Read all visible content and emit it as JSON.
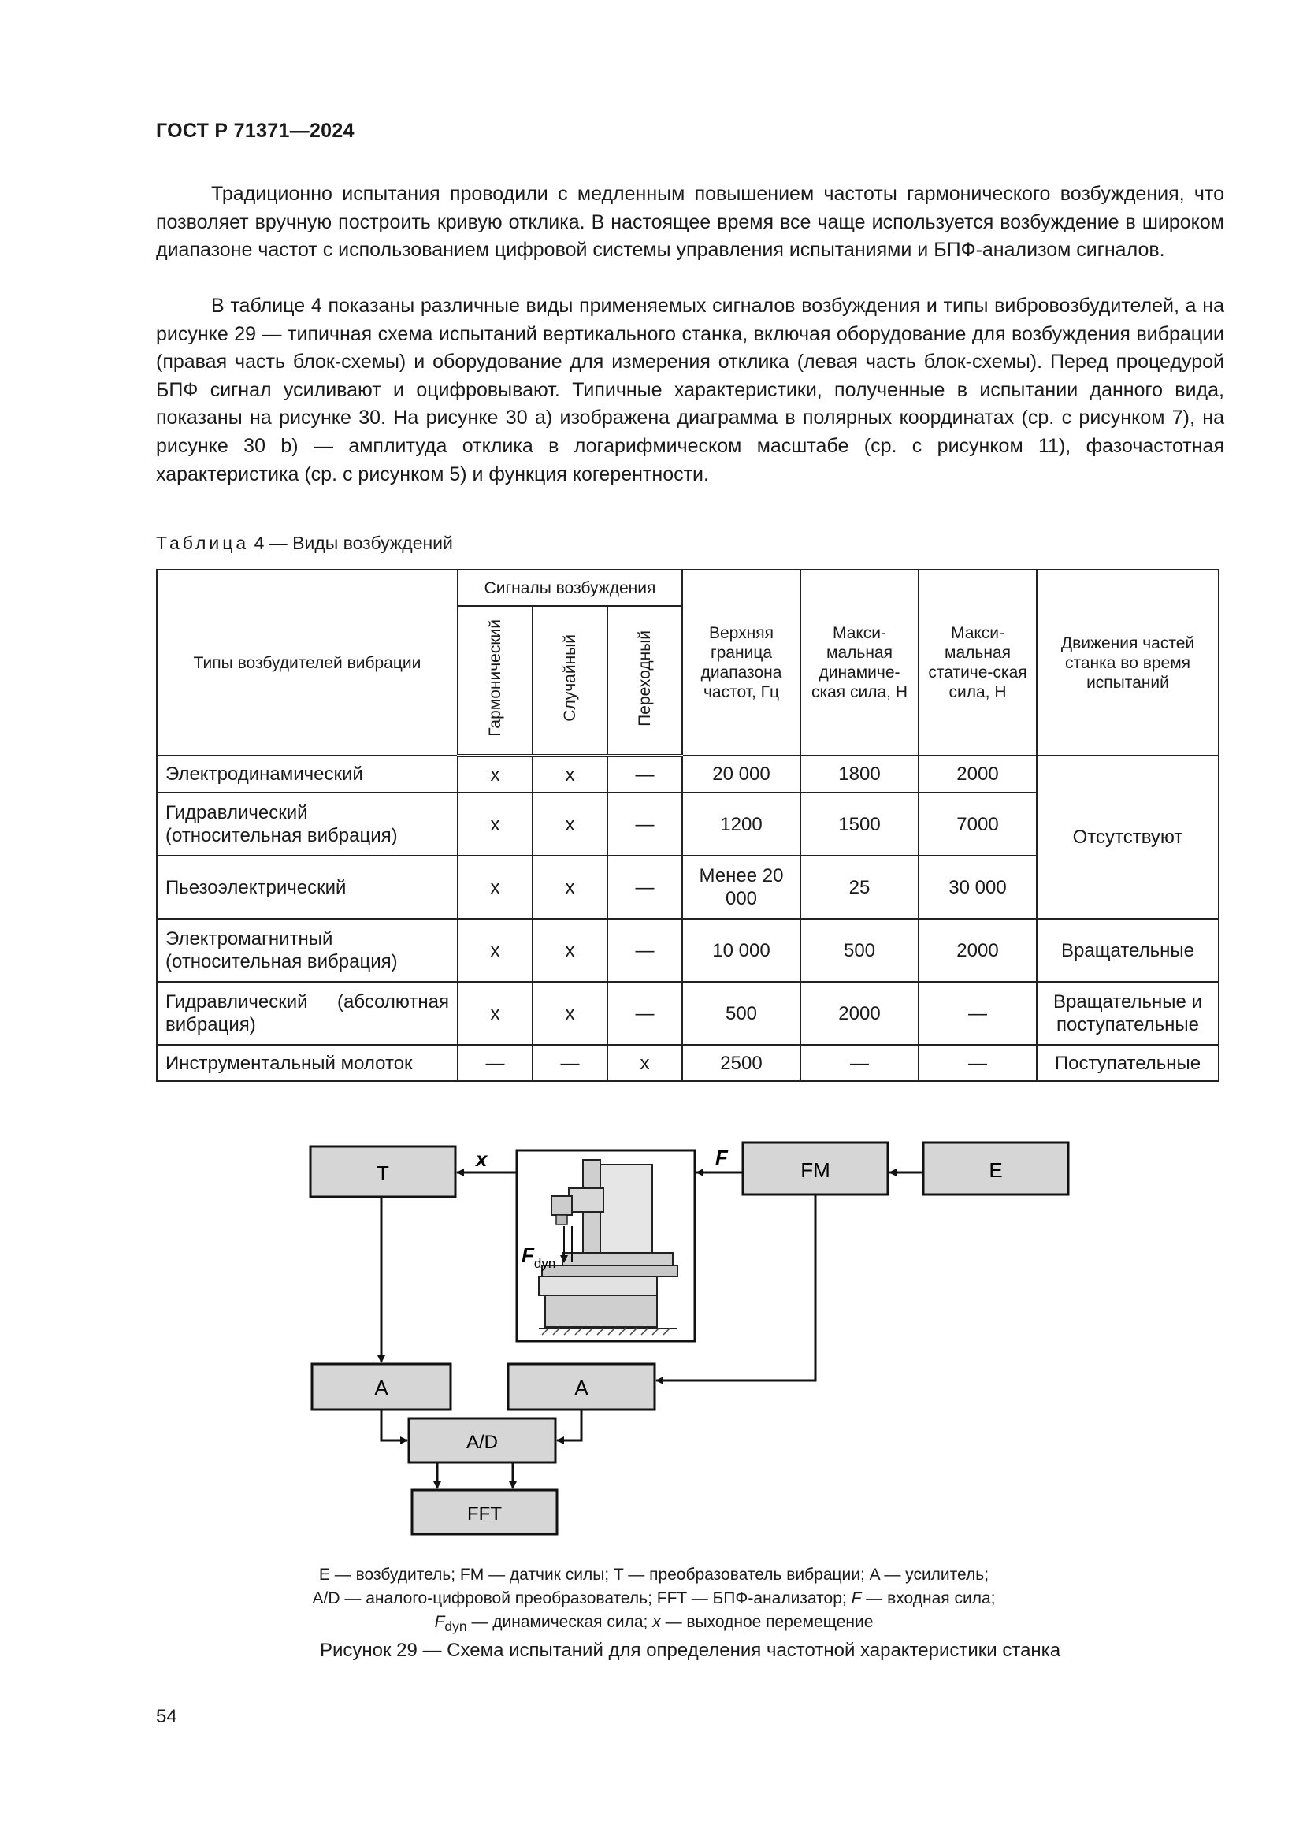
{
  "header": {
    "doc_id": "ГОСТ Р 71371—2024"
  },
  "body": {
    "paragraph1": "Традиционно испытания проводили с медленным повышением частоты гармонического возбуждения, что позволяет вручную построить кривую отклика. В настоящее время все чаще используется возбуждение в широком диапазоне частот с использованием цифровой системы управления испытаниями и БПФ-анализом сигналов.",
    "paragraph2": "В таблице 4 показаны различные виды применяемых сигналов возбуждения и типы вибровозбудителей, а на рисунке 29 — типичная схема испытаний вертикального станка, включая оборудование для возбуждения вибрации (правая часть блок-схемы) и оборудование для измерения отклика (левая часть блок-схемы). Перед процедурой БПФ сигнал усиливают и оцифровывают. Типичные характеристики, полученные в испытании данного вида, показаны на рисунке 30. На рисунке 30 a) изображена диаграмма в полярных координатах (ср. с рисунком 7), на рисунке 30 b) — амплитуда отклика в логарифмическом масштабе (ср. с рисунком 11), фазочастотная характеристика (ср. с рисунком 5) и функция когерентности."
  },
  "table": {
    "caption_label": "Таблица",
    "caption_rest": "4 — Виды возбуждений",
    "headers": {
      "types": "Типы возбудителей вибрации",
      "signals_group": "Сигналы возбуждения",
      "harmonic": "Гармонический",
      "random": "Случайный",
      "transient": "Переходный",
      "upper_freq": "Верхняя граница диапазона частот, Гц",
      "max_dynamic": "Макси-мальная динамиче-ская сила, Н",
      "max_static": "Макси-мальная статиче-ская сила, Н",
      "motion": "Движения частей станка во время испытаний"
    },
    "rows": [
      {
        "type": "Электродинамический",
        "harmonic": "x",
        "random": "x",
        "transient": "—",
        "freq": "20 000",
        "dyn": "1800",
        "stat": "2000"
      },
      {
        "type": "Гидравлический (относительная вибрация)",
        "harmonic": "x",
        "random": "x",
        "transient": "—",
        "freq": "1200",
        "dyn": "1500",
        "stat": "7000"
      },
      {
        "type": "Пьезоэлектрический",
        "harmonic": "x",
        "random": "x",
        "transient": "—",
        "freq": "Менее 20 000",
        "dyn": "25",
        "stat": "30 000"
      },
      {
        "type": "Электромагнитный (относительная вибрация)",
        "harmonic": "x",
        "random": "x",
        "transient": "—",
        "freq": "10 000",
        "dyn": "500",
        "stat": "2000",
        "motion": "Вращательные"
      },
      {
        "type": "Гидравлический (абсолютная вибрация)",
        "harmonic": "x",
        "random": "x",
        "transient": "—",
        "freq": "500",
        "dyn": "2000",
        "stat": "—",
        "motion": "Вращательные и поступательные"
      },
      {
        "type": "Инструментальный молоток",
        "harmonic": "—",
        "random": "—",
        "transient": "x",
        "freq": "2500",
        "dyn": "—",
        "stat": "—",
        "motion": "Поступательные"
      }
    ],
    "merged_motion": "Отсутствуют"
  },
  "diagram": {
    "blocks": {
      "T": "T",
      "FM": "FM",
      "E": "E",
      "A_left": "A",
      "A_right": "A",
      "AD": "A/D",
      "FFT": "FFT"
    },
    "labels": {
      "x": "x",
      "F": "F",
      "Fdyn_main": "F",
      "Fdyn_sub": "dyn"
    }
  },
  "legend": {
    "line1": "E — возбудитель; FM — датчик силы; T — преобразователь вибрации; A — усилитель;",
    "line2_a": "A/D — аналого-цифровой преобразователь; FFT — БПФ-анализатор;",
    "line2_f": "F",
    "line2_b": "— входная сила;",
    "line3_f": "F",
    "line3_sub": "dyn",
    "line3_a": "— динамическая сила;",
    "line3_x": "x",
    "line3_b": "— выходное перемещение"
  },
  "figure_caption": "Рисунок 29 — Схема испытаний для определения частотной характеристики станка",
  "page_number": "54"
}
